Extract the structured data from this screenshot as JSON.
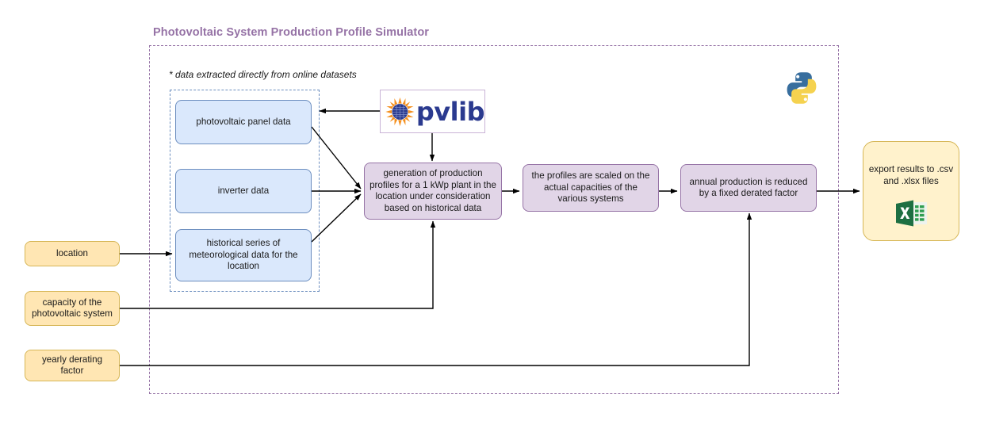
{
  "diagram": {
    "title": "Photovoltaic System Production Profile Simulator",
    "note": "* data extracted directly from online datasets",
    "colors": {
      "title": "#9673a6",
      "outer_frame": "#9673a6",
      "inner_frame": "#6c8ebf",
      "data_box_fill": "#dae8fc",
      "data_box_stroke": "#6c8ebf",
      "process_box_fill": "#e1d5e7",
      "process_box_stroke": "#9673a6",
      "input_box_fill": "#ffe6b3",
      "input_box_stroke": "#d6b656",
      "export_box_fill": "#fff2cc",
      "connector": "#000000",
      "pvlib_blue": "#2b3a8f",
      "pvlib_orange": "#f5901e",
      "excel_green": "#1d6f42",
      "python_blue": "#386e9e",
      "python_yellow": "#f5d24f"
    }
  },
  "data_sources": [
    {
      "label": "photovoltaic panel data"
    },
    {
      "label": "inverter data"
    },
    {
      "label": "historical series of meteorological data for the location"
    }
  ],
  "process_steps": [
    {
      "label": "generation of production profiles for a 1 kWp plant in the location under consideration based on historical data"
    },
    {
      "label": "the profiles are scaled on the actual capacities of the various systems"
    },
    {
      "label": "annual production is reduced by a fixed derated factor"
    }
  ],
  "inputs": [
    {
      "label": "location"
    },
    {
      "label": "capacity of the photovoltaic system"
    },
    {
      "label": "yearly derating factor"
    }
  ],
  "output": {
    "label": "export results to .csv and .xlsx files",
    "icon": "excel-icon"
  },
  "logos": {
    "pvlib": {
      "wordmark": "pvlib",
      "icon": "sun-panel-icon"
    },
    "python": {
      "icon": "python-logo-icon"
    }
  }
}
